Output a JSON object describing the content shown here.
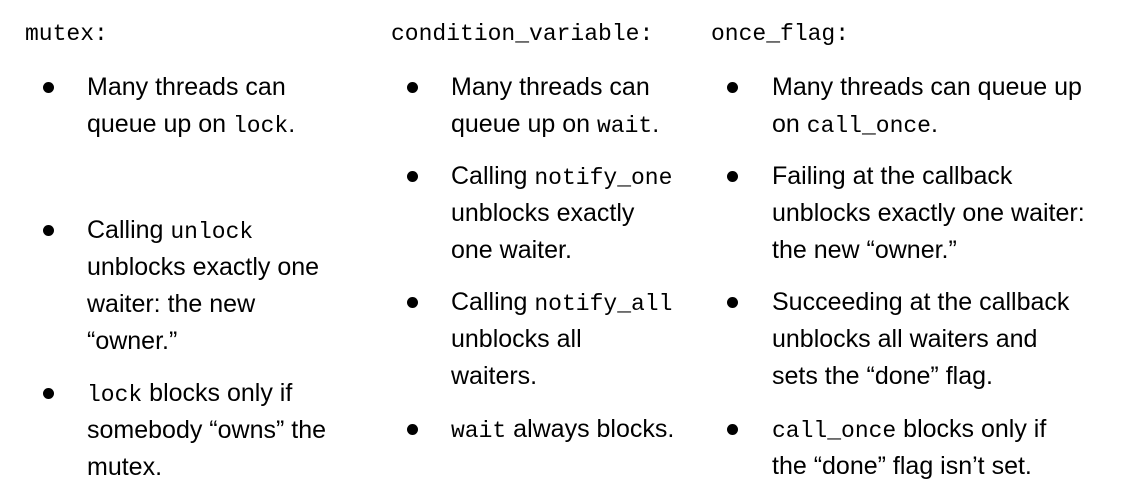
{
  "columns": [
    {
      "title_code": "mutex",
      "title_suffix": ":",
      "items": [
        {
          "lines": [
            [
              {
                "t": "Many threads can"
              }
            ],
            [
              {
                "t": "queue up on "
              },
              {
                "t": "lock",
                "code": true
              },
              {
                "t": "."
              }
            ]
          ]
        },
        {
          "lines": [
            [
              {
                "t": "Calling "
              },
              {
                "t": "unlock",
                "code": true
              }
            ],
            [
              {
                "t": "unblocks exactly one"
              }
            ],
            [
              {
                "t": "waiter: the new"
              }
            ],
            [
              {
                "t": "“owner.”"
              }
            ]
          ]
        },
        {
          "lines": [
            [
              {
                "t": "lock",
                "code": true
              },
              {
                "t": " blocks only if"
              }
            ],
            [
              {
                "t": "somebody “owns” the"
              }
            ],
            [
              {
                "t": "mutex."
              }
            ]
          ]
        }
      ]
    },
    {
      "title_code": "condition_variable",
      "title_suffix": ":",
      "items": [
        {
          "lines": [
            [
              {
                "t": "Many threads can"
              }
            ],
            [
              {
                "t": "queue up on "
              },
              {
                "t": "wait",
                "code": true
              },
              {
                "t": "."
              }
            ]
          ]
        },
        {
          "lines": [
            [
              {
                "t": "Calling "
              },
              {
                "t": "notify_one",
                "code": true
              }
            ],
            [
              {
                "t": "unblocks exactly"
              }
            ],
            [
              {
                "t": "one waiter."
              }
            ]
          ]
        },
        {
          "lines": [
            [
              {
                "t": "Calling "
              },
              {
                "t": "notify_all",
                "code": true
              }
            ],
            [
              {
                "t": "unblocks all"
              }
            ],
            [
              {
                "t": "waiters."
              }
            ]
          ]
        },
        {
          "lines": [
            [
              {
                "t": "wait",
                "code": true
              },
              {
                "t": " always blocks."
              }
            ]
          ]
        }
      ]
    },
    {
      "title_code": "once_flag",
      "title_suffix": ":",
      "items": [
        {
          "lines": [
            [
              {
                "t": "Many threads can queue up"
              }
            ],
            [
              {
                "t": "on "
              },
              {
                "t": "call_once",
                "code": true
              },
              {
                "t": "."
              }
            ]
          ]
        },
        {
          "lines": [
            [
              {
                "t": "Failing at the callback"
              }
            ],
            [
              {
                "t": "unblocks exactly one waiter:"
              }
            ],
            [
              {
                "t": "the new “owner.”"
              }
            ]
          ]
        },
        {
          "lines": [
            [
              {
                "t": "Succeeding at the callback"
              }
            ],
            [
              {
                "t": "unblocks all waiters and"
              }
            ],
            [
              {
                "t": "sets the “done” flag."
              }
            ]
          ]
        },
        {
          "lines": [
            [
              {
                "t": "call_once",
                "code": true
              },
              {
                "t": " blocks only if"
              }
            ],
            [
              {
                "t": "the “done” flag isn’t set."
              }
            ]
          ]
        }
      ]
    }
  ]
}
